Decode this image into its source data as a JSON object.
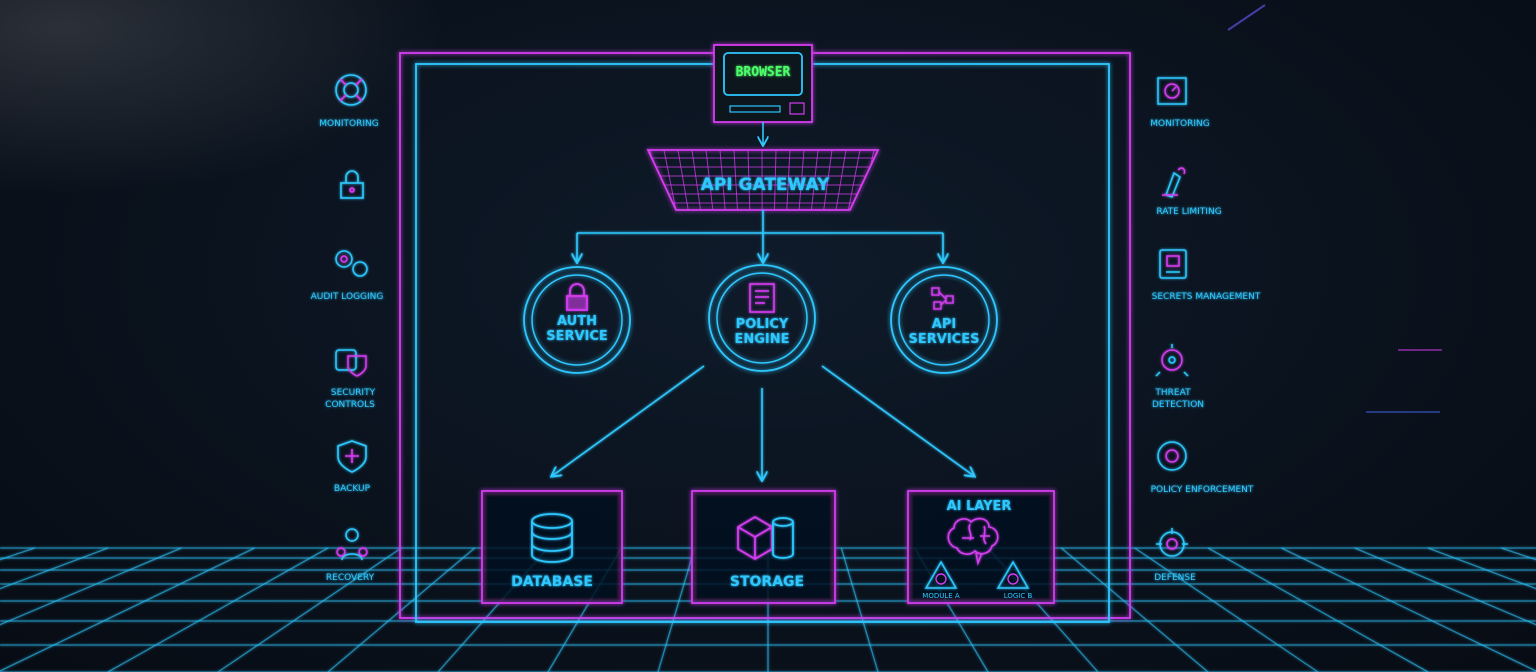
{
  "colors": {
    "cyan": "#2fc8ff",
    "magenta": "#d43cf0",
    "green": "#4dff6a",
    "background": "#0a121d"
  },
  "browser": {
    "label": "BROWSER",
    "icon": "monitor-icon"
  },
  "gateway": {
    "label": "API GATEWAY"
  },
  "services": [
    {
      "line1": "AUTH",
      "line2": "SERVICE",
      "icon": "lock-icon"
    },
    {
      "line1": "POLICY",
      "line2": "ENGINE",
      "icon": "document-icon"
    },
    {
      "line1": "API",
      "line2": "SERVICES",
      "icon": "network-icon"
    }
  ],
  "stores": [
    {
      "label": "DATABASE",
      "icon": "database-icon"
    },
    {
      "label": "STORAGE",
      "icon": "storage-icon"
    },
    {
      "label": "AI LAYER",
      "icon": "brain-icon",
      "sublabels": [
        "MODULE A",
        "LOGIC B"
      ]
    }
  ],
  "left_features": [
    {
      "lines": [
        "MONITORING"
      ],
      "icon": "lifebuoy-icon"
    },
    {
      "lines": [
        ""
      ],
      "icon": "padlock-icon"
    },
    {
      "lines": [
        "AUDIT LOGGING"
      ],
      "icon": "gears-icon"
    },
    {
      "lines": [
        "SECURITY",
        "CONTROLS"
      ],
      "icon": "shield-stack-icon"
    },
    {
      "lines": [
        "BACKUP"
      ],
      "icon": "shield-plus-icon"
    },
    {
      "lines": [
        "RECOVERY"
      ],
      "icon": "people-icon"
    }
  ],
  "right_features": [
    {
      "lines": [
        "MONITORING"
      ],
      "icon": "dashboard-icon"
    },
    {
      "lines": [
        "RATE LIMITING"
      ],
      "icon": "pen-tool-icon"
    },
    {
      "lines": [
        "SECRETS MANAGEMENT"
      ],
      "icon": "keycard-icon"
    },
    {
      "lines": [
        "THREAT",
        "DETECTION"
      ],
      "icon": "radar-icon"
    },
    {
      "lines": [
        "POLICY ENFORCEMENT"
      ],
      "icon": "gear-shield-icon"
    },
    {
      "lines": [
        "DEFENSE"
      ],
      "icon": "target-icon"
    }
  ]
}
